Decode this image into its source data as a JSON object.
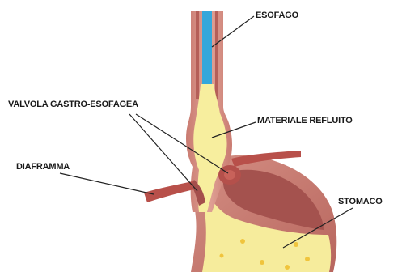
{
  "labels": {
    "esofago": "ESOFAGO",
    "valvola": "VALVOLA GASTRO-ESOFAGEA",
    "materiale": "MATERIALE REFLUITO",
    "diaframma": "DIAFRAMMA",
    "stomaco": "STOMACO"
  },
  "colors": {
    "tissue_outer": "#ce8278",
    "tissue_inner": "#a95a55",
    "lumen_fluid": "#f7ee9e",
    "reflux_fluid": "#33a6da",
    "diaphragm": "#b8504a",
    "gastric_dots": "#f3c73f",
    "leader_line": "#222222"
  }
}
